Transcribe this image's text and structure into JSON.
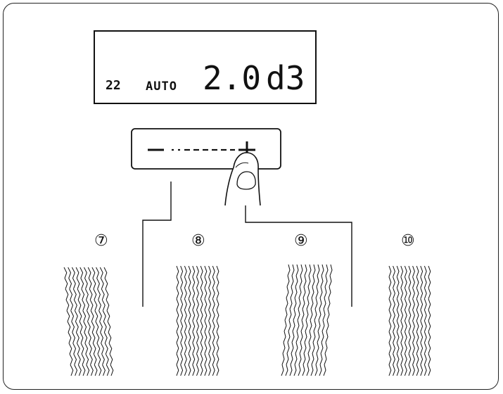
{
  "display": {
    "pattern_number": "22",
    "tension_mode": "AUTO",
    "stitch_width": "2.0",
    "stitch_length": "d3"
  },
  "adjust_key": {
    "minus": "−",
    "plus": "+"
  },
  "samples": [
    {
      "label": "⑦"
    },
    {
      "label": "⑧"
    },
    {
      "label": "⑨"
    },
    {
      "label": "⑩"
    }
  ]
}
